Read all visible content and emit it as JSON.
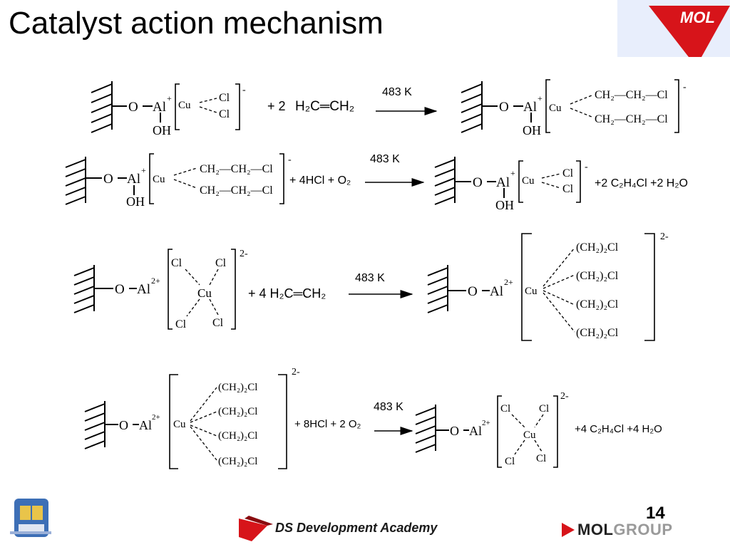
{
  "slide": {
    "title": "Catalyst action mechanism",
    "page_number": "14"
  },
  "brand": {
    "corner_logo_text": "MOL",
    "footer_academy": "DS Development Academy",
    "footer_group_mol": "MOL",
    "footer_group_group": "GROUP",
    "accent_red": "#d7141a",
    "corner_bg": "#e8eefc"
  },
  "scheme": {
    "condition": "483 K",
    "r1": {
      "left": {
        "o": "O",
        "al": "Al",
        "al_charge": "+",
        "oh": "OH",
        "cu": "Cu",
        "cl1": "Cl",
        "cl2": "Cl",
        "charge": "-"
      },
      "reagent_coef": "+ 2",
      "reagent": "H₂C═CH₂",
      "right": {
        "o": "O",
        "al": "Al",
        "al_charge": "+",
        "oh": "OH",
        "cu": "Cu",
        "chain1": "CH₂—CH₂—Cl",
        "chain2": "CH₂—CH₂—Cl",
        "charge": "-"
      }
    },
    "r2": {
      "left": {
        "o": "O",
        "al": "Al",
        "al_charge": "+",
        "oh": "OH",
        "cu": "Cu",
        "chain1": "CH₂—CH₂—Cl",
        "chain2": "CH₂—CH₂—Cl",
        "charge": "-"
      },
      "reagents": "+ 4HCl + O₂",
      "right": {
        "o": "O",
        "al": "Al",
        "al_charge": "+",
        "oh": "OH",
        "cu": "Cu",
        "cl1": "Cl",
        "cl2": "Cl",
        "charge": "-"
      },
      "products": "+2 C₂H₄Cl +2 H₂O"
    },
    "r3": {
      "left": {
        "o": "O",
        "al": "Al",
        "al_charge": "2+",
        "cu": "Cu",
        "cl": "Cl",
        "charge": "2-"
      },
      "reagent": "+ 4 H₂C═CH₂",
      "right": {
        "o": "O",
        "al": "Al",
        "al_charge": "2+",
        "cu": "Cu",
        "chain": "(CH₂)₂Cl",
        "charge": "2-"
      }
    },
    "r4": {
      "left": {
        "o": "O",
        "al": "Al",
        "al_charge": "2+",
        "cu": "Cu",
        "chain": "(CH₂)₂Cl",
        "charge": "2-"
      },
      "reagents": "+ 8HCl + 2 O₂",
      "right": {
        "o": "O",
        "al": "Al",
        "al_charge": "2+",
        "cu": "Cu",
        "cl": "Cl",
        "charge": "2-"
      },
      "products": "+4 C₂H₄Cl +4 H₂O"
    }
  }
}
